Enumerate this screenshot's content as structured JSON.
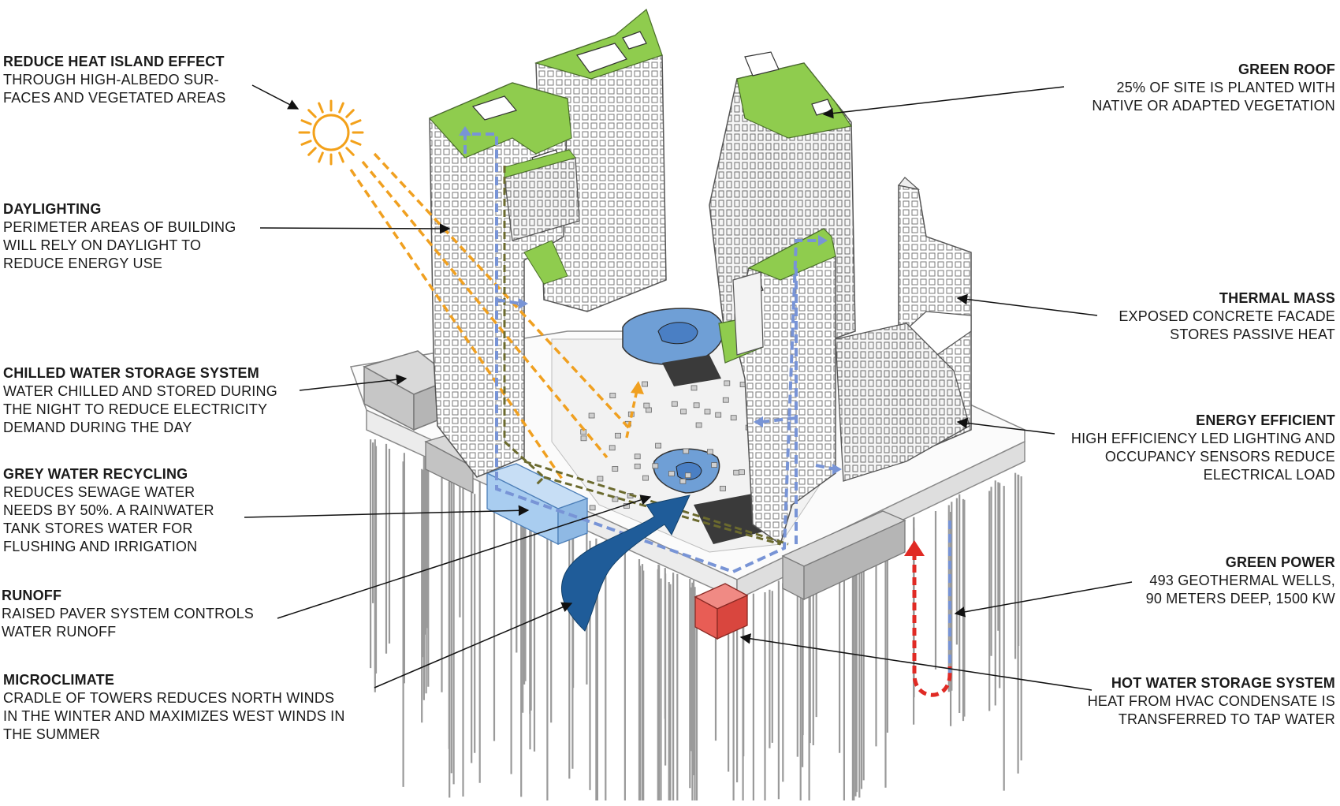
{
  "colors": {
    "green_roof": "#8fcc4e",
    "water_blue": "#5b8fd4",
    "pool_fill": "#6f9fd6",
    "sun_orange": "#f3a11a",
    "daylight_orange": "#f0a020",
    "hot_red": "#e23a32",
    "chilled_grey": "#cfcfcf",
    "grey_water_tank": "#a9cdf0",
    "wind_blue": "#1f5c99",
    "olive_dash": "#6b6a2e",
    "text": "#1a1a1a"
  },
  "icons": [
    "sun-icon",
    "wind-arrow-icon",
    "circulation-arrow-icon",
    "heat-arrow-icon"
  ],
  "labels": [
    {
      "id": "reduce-heat-island",
      "title": "REDUCE HEAT ISLAND EFFECT",
      "desc": "THROUGH HIGH-ALBEDO SUR-\nFACES AND VEGETATED AREAS"
    },
    {
      "id": "daylighting",
      "title": "DAYLIGHTING",
      "desc": "PERIMETER AREAS OF BUILDING\nWILL RELY ON DAYLIGHT TO\nREDUCE ENERGY USE"
    },
    {
      "id": "chilled-water",
      "title": "CHILLED WATER STORAGE SYSTEM",
      "desc": "WATER CHILLED AND STORED DURING\nTHE NIGHT TO REDUCE ELECTRICITY\nDEMAND DURING THE DAY"
    },
    {
      "id": "grey-water",
      "title": "GREY WATER RECYCLING",
      "desc": "REDUCES SEWAGE WATER\nNEEDS BY 50%. A RAINWATER\nTANK STORES WATER FOR\nFLUSHING AND IRRIGATION"
    },
    {
      "id": "runoff",
      "title": "RUNOFF",
      "desc": "RAISED PAVER SYSTEM CONTROLS\nWATER RUNOFF"
    },
    {
      "id": "microclimate",
      "title": "MICROCLIMATE",
      "desc": "CRADLE OF TOWERS REDUCES NORTH WINDS\nIN THE WINTER AND MAXIMIZES WEST WINDS IN\nTHE SUMMER"
    },
    {
      "id": "green-roof",
      "title": "GREEN ROOF",
      "desc": "25% OF SITE IS PLANTED WITH\nNATIVE OR ADAPTED VEGETATION"
    },
    {
      "id": "thermal-mass",
      "title": "THERMAL MASS",
      "desc": "EXPOSED CONCRETE FACADE\nSTORES PASSIVE HEAT"
    },
    {
      "id": "energy-efficient",
      "title": "ENERGY EFFICIENT",
      "desc": "HIGH EFFICIENCY LED LIGHTING AND\nOCCUPANCY SENSORS REDUCE\nELECTRICAL LOAD"
    },
    {
      "id": "green-power",
      "title": "GREEN POWER",
      "desc": "493 GEOTHERMAL WELLS,\n90 METERS DEEP,  1500 KW"
    },
    {
      "id": "hot-water",
      "title": "HOT WATER STORAGE SYSTEM",
      "desc": "HEAT FROM HVAC CONDENSATE IS\nTRANSFERRED TO TAP WATER"
    }
  ]
}
